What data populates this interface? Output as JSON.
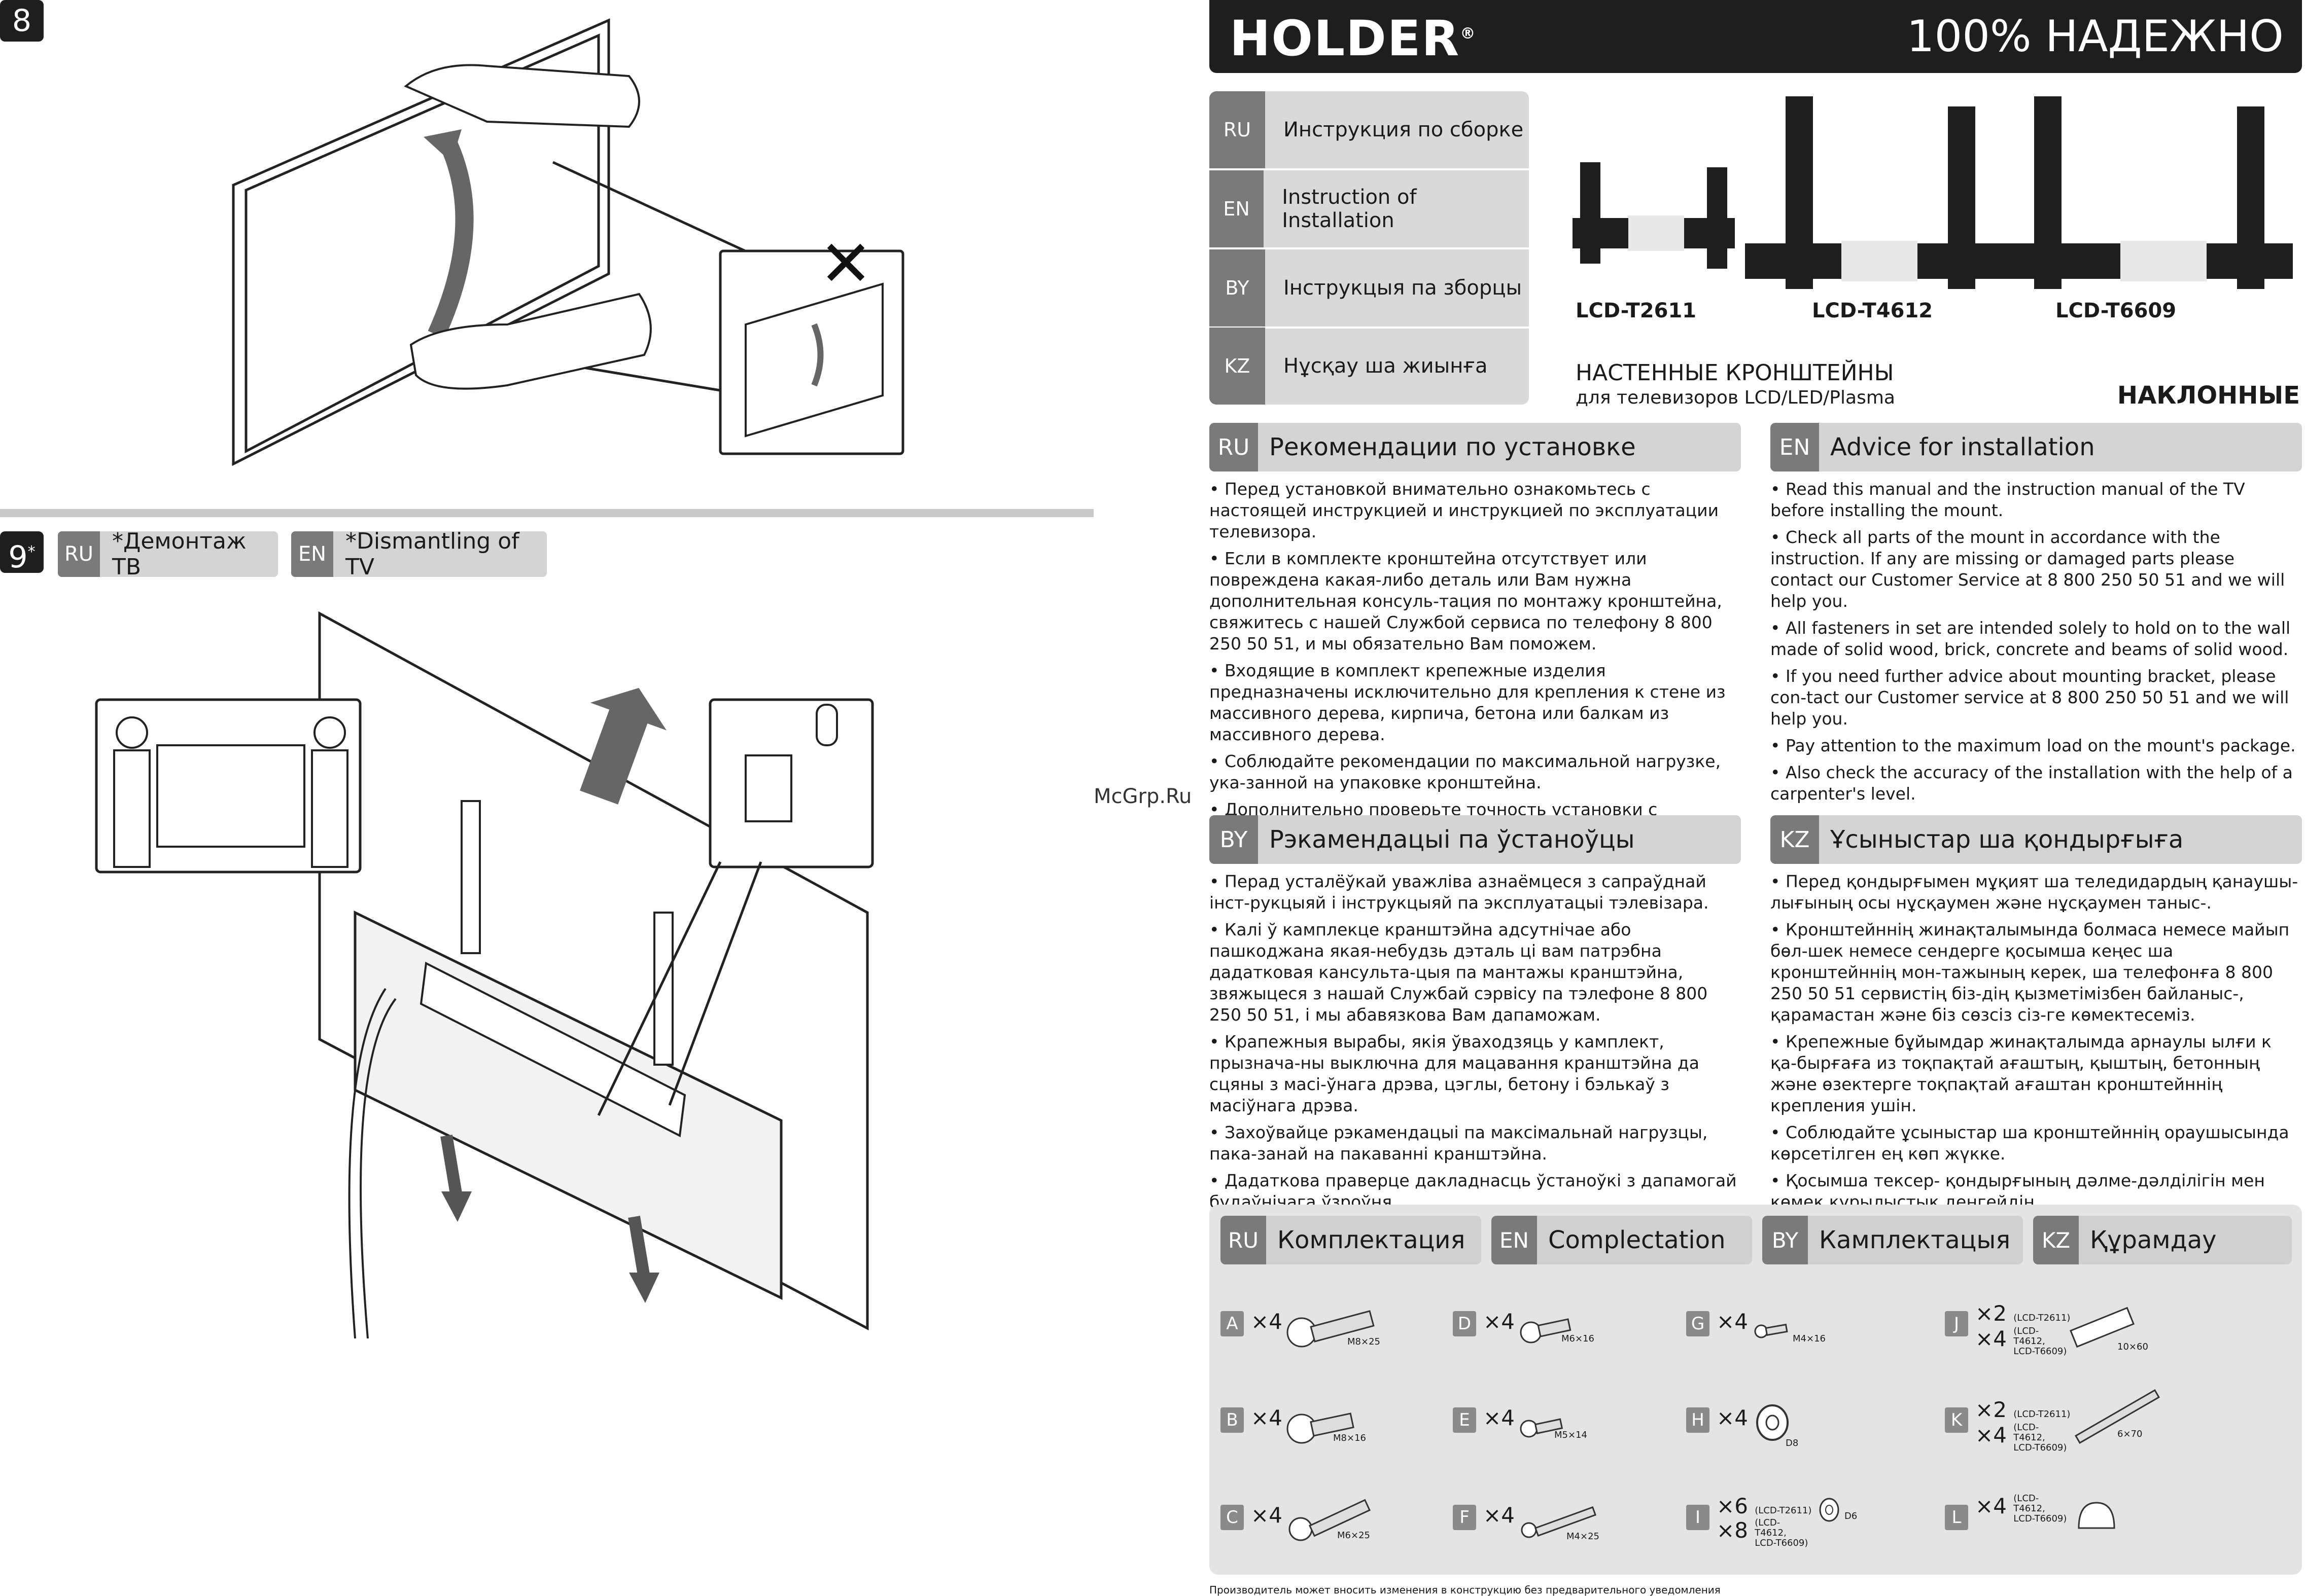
{
  "left": {
    "step8": "8",
    "step9": "9",
    "step9_star": "*",
    "step9_tags": [
      {
        "code": "RU",
        "text": "*Демонтаж ТВ"
      },
      {
        "code": "EN",
        "text": "*Dismantling of TV"
      }
    ],
    "watermark": "McGrp.Ru"
  },
  "header": {
    "logo": "HOLDER",
    "logo_mark": "®",
    "slogan": "100% НАДЕЖНО"
  },
  "languages": [
    {
      "code": "RU",
      "text": "Инструкция по сборке"
    },
    {
      "code": "EN",
      "text": "Instruction of Installation"
    },
    {
      "code": "BY",
      "text": "Інструкцыя па зборцы"
    },
    {
      "code": "KZ",
      "text": "Нұсқау ша жиынға"
    }
  ],
  "models": [
    "LCD-T2611",
    "LCD-T4612",
    "LCD-T6609"
  ],
  "product": {
    "title": "НАСТЕННЫЕ КРОНШТЕЙНЫ",
    "subtitle": "для  телевизоров  LCD/LED/Plasma",
    "type": "НАКЛОННЫЕ"
  },
  "sections": {
    "ru": {
      "code": "RU",
      "title": "Рекомендации по установке",
      "bullets": [
        "• Перед установкой внимательно ознакомьтесь с настоящей инструкцией и инструкцией по эксплуатации телевизора.",
        "• Если в комплекте кронштейна отсутствует или повреждена какая-либо деталь или Вам нужна дополнительная консуль-тация по монтажу кронштейна, свяжитесь с нашей Службой сервиса по телефону 8 800 250 50 51, и мы обязательно Вам поможем.",
        "• Входящие в комплект крепежные изделия предназначены исключительно для крепления к стене из массивного дерева, кирпича, бетона или балкам из массивного дерева.",
        "• Соблюдайте рекомендации по максимальной нагрузке, ука-занной на упаковке кронштейна.",
        "• Дополнительно проверьте точность установки с помощью строительного уровня."
      ]
    },
    "en": {
      "code": "EN",
      "title": "Advice for installation",
      "bullets": [
        "• Read this manual and the instruction manual of the TV before installing the mount.",
        "• Check all parts of the mount in accordance with the instruction. If any are missing or damaged parts please contact our Customer Service at 8 800 250 50 51 and we will help you.",
        "• All fasteners in set are intended solely to hold on to the wall made of solid wood, brick, concrete and beams of solid wood.",
        "• If you need further advice about mounting bracket, please con-tact our Customer service at 8 800 250 50 51 and we will help you.",
        "• Pay attention to the maximum load on the mount's package.",
        "• Also check the accuracy of the installation with the help of a carpenter's level."
      ]
    },
    "by": {
      "code": "BY",
      "title": "Рэкамендацыі па ўстаноўцы",
      "bullets": [
        "• Перад усталёўкай уважліва азнаёмцеся з сапраўднай інст-рукцыяй і інструкцыяй па эксплуатацыі тэлевізара.",
        "• Калі ў камплекце кранштэйна адсутнічае або пашкоджана якая-небудзь дэталь ці вам патрэбна дадатковая кансульта-цыя па мантажы кранштэйна, звяжыцеся з нашай Службай сэрвісу па тэлефоне 8 800 250 50 51, і мы абавязкова Вам дапаможам.",
        "• Крапежныя вырабы, якія ўваходзяць у камплект, прызнача-ны выключна для мацавання кранштэйна да сцяны з масі-ўнага дрэва, цэглы, бетону і бэлькаў з масіўнага дрэва.",
        "• Захоўвайце рэкамендацыі па максімальнай нагрузцы, пака-занай на пакаванні кранштэйна.",
        "• Дадаткова праверце дакладнасць ўстаноўкі з дапамогай будаўнічага ўзроўня."
      ]
    },
    "kz": {
      "code": "KZ",
      "title": "Ұсыныстар ша қондырғыға",
      "bullets": [
        "• Перед қондырғымен мұқият ша теледидардың қанаушы-лығының осы нұсқаумен және нұсқаумен таныс-.",
        "• Кронштейннің жинақталымында болмаса немесе майып бөл-шек немесе сендерге қосымша кеңес ша кронштейннің мон-тажының керек, ша телефонға 8 800 250 50 51 сервистің біз-дің қызметімізбен байланыс-, қарамастан және біз сөзсіз сіз-ге көмектесеміз.",
        "• Крепежные бұйымдар жинақталымда арнаулы ылғи к қа-бырғаға из тоқпақтай ағаштың, қыштың, бетонның және өзектерге тоқпақтай ағаштан кронштейннің крепления ушін.",
        "• Соблюдайте ұсыныстар ша кронштейннің ораушысында көрсетілген ең көп жүкке.",
        "• Қосымша тексер- қондырғының дәлме-дәлділігін мен көмек құрылыстық деңгейдің."
      ]
    }
  },
  "kit": {
    "tags": [
      {
        "code": "RU",
        "text": "Комплектация"
      },
      {
        "code": "EN",
        "text": "Complectation"
      },
      {
        "code": "BY",
        "text": "Камплектацыя"
      },
      {
        "code": "KZ",
        "text": "Құрамдау"
      }
    ],
    "parts": [
      {
        "letter": "A",
        "qty": "×4",
        "size": "M8×25"
      },
      {
        "letter": "B",
        "qty": "×4",
        "size": "M8×16"
      },
      {
        "letter": "C",
        "qty": "×4",
        "size": "M6×25"
      },
      {
        "letter": "D",
        "qty": "×4",
        "size": "M6×16"
      },
      {
        "letter": "E",
        "qty": "×4",
        "size": "M5×14"
      },
      {
        "letter": "F",
        "qty": "×4",
        "size": "M4×25"
      },
      {
        "letter": "G",
        "qty": "×4",
        "size": "M4×16"
      },
      {
        "letter": "H",
        "qty": "×4",
        "size": "D8"
      },
      {
        "letter": "I",
        "qty": "×6",
        "qty_note": "(LCD-T2611)",
        "qty2": "×8",
        "qty2_note": "(LCD-T4612, LCD-T6609)",
        "size": "D6"
      },
      {
        "letter": "J",
        "qty": "×2",
        "qty_note": "(LCD-T2611)",
        "qty2": "×4",
        "qty2_note": "(LCD-T4612, LCD-T6609)",
        "size": "10×60"
      },
      {
        "letter": "K",
        "qty": "×2",
        "qty_note": "(LCD-T2611)",
        "qty2": "×4",
        "qty2_note": "(LCD-T4612, LCD-T6609)",
        "size": "6×70"
      },
      {
        "letter": "L",
        "qty": "×4",
        "qty_note": "(LCD-T4612, LCD-T6609)",
        "size": ""
      }
    ]
  },
  "footer_note": "Производитель может вносить изменения в конструкцию без предварительного уведомления"
}
